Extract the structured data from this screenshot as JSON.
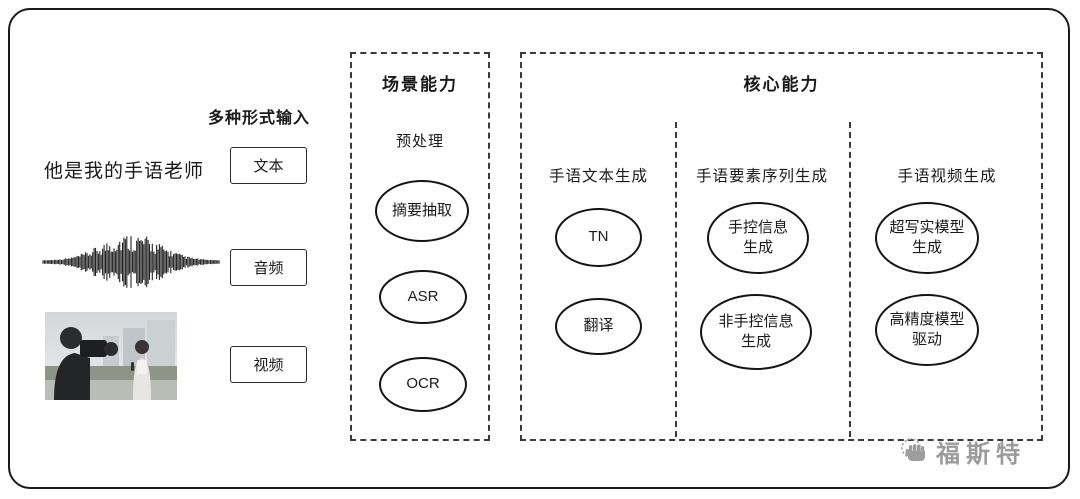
{
  "input_section": {
    "title": "多种形式输入",
    "text_sample": "他是我的手语老师",
    "boxes": [
      "文本",
      "音频",
      "视频"
    ]
  },
  "scene_section": {
    "title": "场景能力",
    "subtitle": "预处理",
    "nodes": [
      "摘要抽取",
      "ASR",
      "OCR"
    ]
  },
  "core_section": {
    "title": "核心能力",
    "columns": [
      {
        "header": "手语文本生成",
        "nodes": [
          "TN",
          "翻译"
        ]
      },
      {
        "header": "手语要素序列生成",
        "nodes": [
          "手控信息\n生成",
          "非手控信息\n生成"
        ]
      },
      {
        "header": "手语视频生成",
        "nodes": [
          "超写实模型\n生成",
          "高精度模型\n驱动"
        ]
      }
    ]
  },
  "watermark": {
    "text": "福斯特",
    "icon": "fist-icon"
  },
  "colors": {
    "line": "#1a1a1a",
    "watermark": "#9b9b9b"
  }
}
